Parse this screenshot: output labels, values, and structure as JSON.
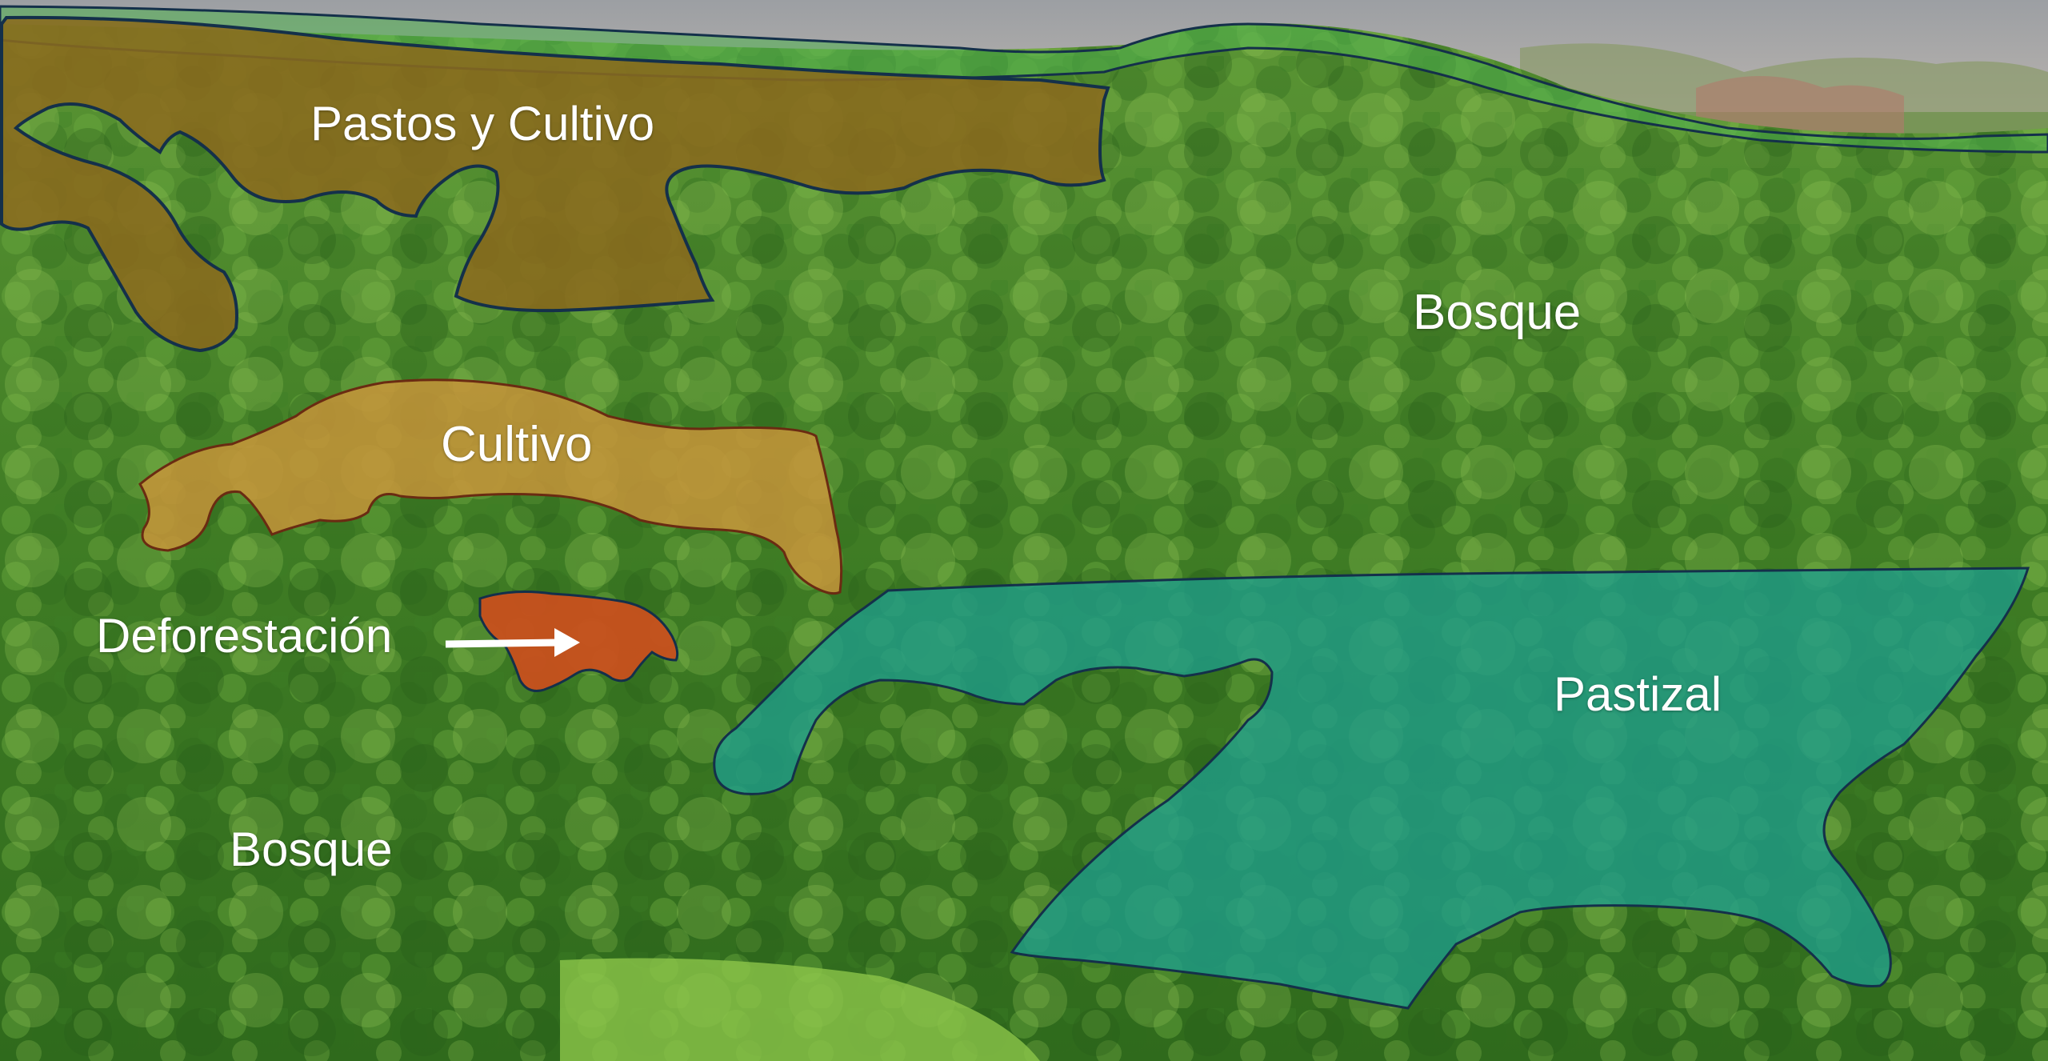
{
  "labels": {
    "pastos_y_cultivo": "Pastos y Cultivo",
    "cultivo": "Cultivo",
    "deforestacion": "Deforestación",
    "bosque_top": "Bosque",
    "bosque_bottom": "Bosque",
    "pastizal": "Pastizal"
  },
  "colors": {
    "pastos_y_cultivo_fill": "#8a6a1e",
    "cultivo_fill": "#c7943a",
    "deforestacion_fill": "#c8501e",
    "pastizal_fill": "#1f9e8c",
    "forest_band_fill": "#4aa04a",
    "outline": "#14304a",
    "text": "#ffffff"
  }
}
